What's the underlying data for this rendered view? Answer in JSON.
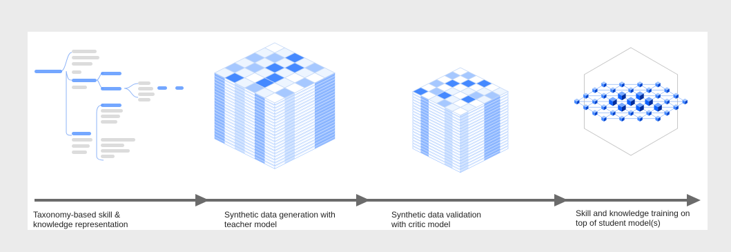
{
  "stages": [
    {
      "lines": [
        "Taxonomy-based skill &",
        "knowledge representation"
      ]
    },
    {
      "lines": [
        "Synthetic data generation with",
        "teacher model"
      ]
    },
    {
      "lines": [
        "Synthetic data validation",
        "with critic model"
      ]
    },
    {
      "lines": [
        "Skill and knowledge training on",
        "top of student model(s)"
      ]
    }
  ],
  "colors": {
    "background": "#ebebeb",
    "panel": "#ffffff",
    "arrow": "#6b6b6b",
    "accent_blue": "#4589ff",
    "light_blue": "#a6c8ff",
    "pale_blue": "#edf5ff",
    "tree_gray": "#dcdcdc",
    "tree_line": "#8db3f7"
  }
}
